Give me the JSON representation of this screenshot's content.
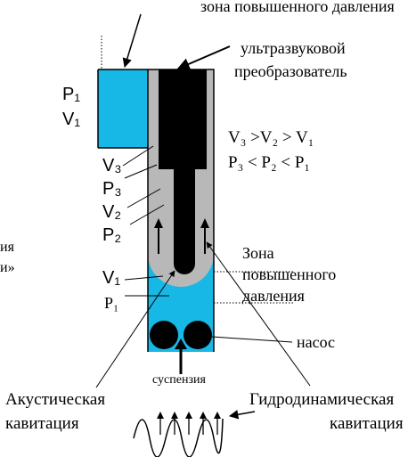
{
  "labels": {
    "top_zone": "зона повышенного давления",
    "transducer_line1": "ультразвуковой",
    "transducer_line2": "преобразователь",
    "rel_v": "V₃ >V₂ > V₁",
    "rel_p": "P₃ < P₂ < P₁",
    "p1_top": "P₁",
    "v1_top": "V₁",
    "v3": "V₃",
    "p3": "P₃",
    "v2": "V₂",
    "p2": "P₂",
    "v1_bottom": "V₁",
    "p1_bottom": "P₁",
    "zone_line1": "Зона",
    "zone_line2": "повышенного",
    "zone_line3": "давления",
    "pump": "насос",
    "suspension": "суспензия",
    "acoustic_line1": "Акустическая",
    "acoustic_line2": "кавитация",
    "hydro_line1": "Гидродинамическая",
    "hydro_line2": "кавитация",
    "left_frag1": "ия",
    "left_frag2": "и»"
  },
  "colors": {
    "liquid": "#18b8e6",
    "wall": "#b8b8b8",
    "probe": "#000000",
    "outline": "#000000"
  }
}
